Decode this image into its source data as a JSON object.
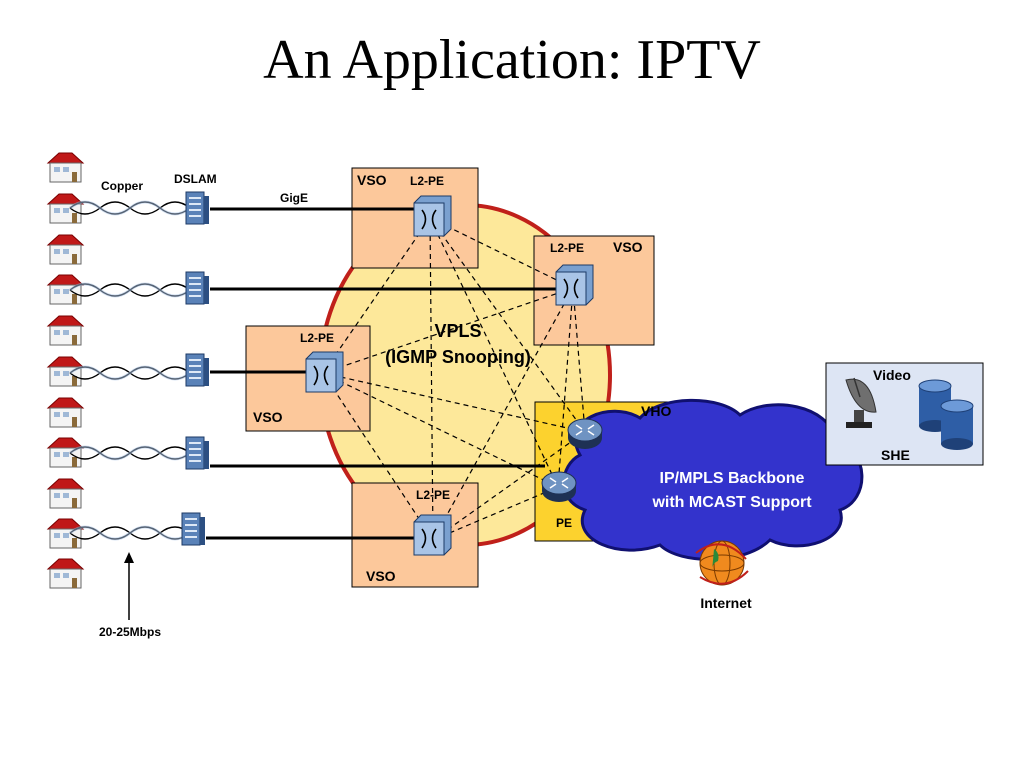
{
  "slide": {
    "title": "An Application: IPTV"
  },
  "labels": {
    "copper": "Copper",
    "dslam": "DSLAM",
    "gige": "GigE",
    "vso": "VSO",
    "l2pe": "L2-PE",
    "vpls_line1": "VPLS",
    "vpls_line2": "(IGMP Snooping)",
    "vho": "VHO",
    "pe": "PE",
    "backbone_line1": "IP/MPLS Backbone",
    "backbone_line2": "with MCAST Support",
    "internet": "Internet",
    "video": "Video",
    "she": "SHE",
    "bandwidth": "20-25Mbps"
  },
  "icons": [
    "house-icon",
    "dslam-icon",
    "switch-icon",
    "router-icon",
    "satellite-dish-icon",
    "video-server-icon",
    "globe-icon"
  ],
  "colors": {
    "vso_fill": "#fcc89b",
    "vpls_fill": "#fde89a",
    "ring": "#c0201a",
    "vho_fill": "#fcd22e",
    "cloud_fill": "#3333cc",
    "she_fill": "#dde5f4"
  }
}
